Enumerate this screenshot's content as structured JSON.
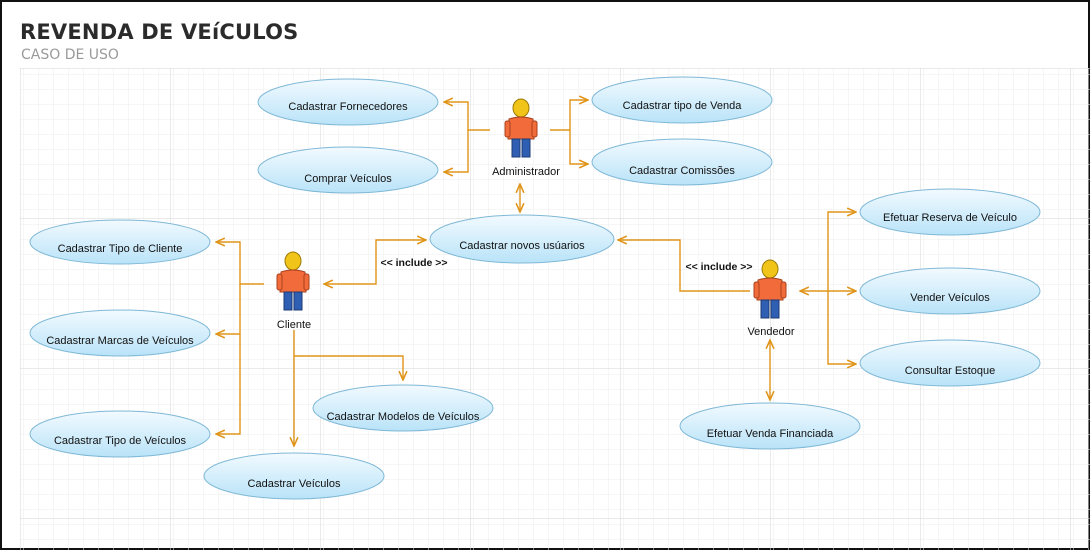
{
  "header": {
    "title": "REVENDA DE VEíCULOS",
    "subtitle": "CASO DE USO"
  },
  "actors": {
    "administrador": "Administrador",
    "cliente": "Cliente",
    "vendedor": "Vendedor"
  },
  "use_cases": {
    "cadastrar_fornecedores": "Cadastrar Fornecedores",
    "comprar_veiculos": "Comprar Veículos",
    "cadastrar_tipo_venda": "Cadastrar tipo de Venda",
    "cadastrar_comissoes": "Cadastrar Comissões",
    "cadastrar_novos_usuarios": "Cadastrar novos usúarios",
    "cadastrar_tipo_cliente": "Cadastrar Tipo de Cliente",
    "cadastrar_marcas_veiculos": "Cadastrar Marcas de Veículos",
    "cadastrar_tipo_veiculos": "Cadastrar Tipo de Veículos",
    "cadastrar_modelos_veiculos": "Cadastrar Modelos de Veículos",
    "cadastrar_veiculos": "Cadastrar Veículos",
    "efetuar_reserva": "Efetuar Reserva de Veículo",
    "vender_veiculos": "Vender Veículos",
    "consultar_estoque": "Consultar Estoque",
    "efetuar_venda_financiada": "Efetuar Venda Financiada"
  },
  "relations": {
    "include_cliente": "<< include >>",
    "include_vendedor": "<< include >>"
  },
  "colors": {
    "ellipse_fill_top": "#eaf6fd",
    "ellipse_fill_bottom": "#bfe6f9",
    "ellipse_stroke": "#7fb8d6",
    "connector": "#e0951a",
    "grid_minor": "#ececec",
    "grid_major": "#d6d6d6",
    "actor_head": "#f0c419",
    "actor_body": "#f26b3a",
    "actor_legs": "#2f5fb3"
  }
}
